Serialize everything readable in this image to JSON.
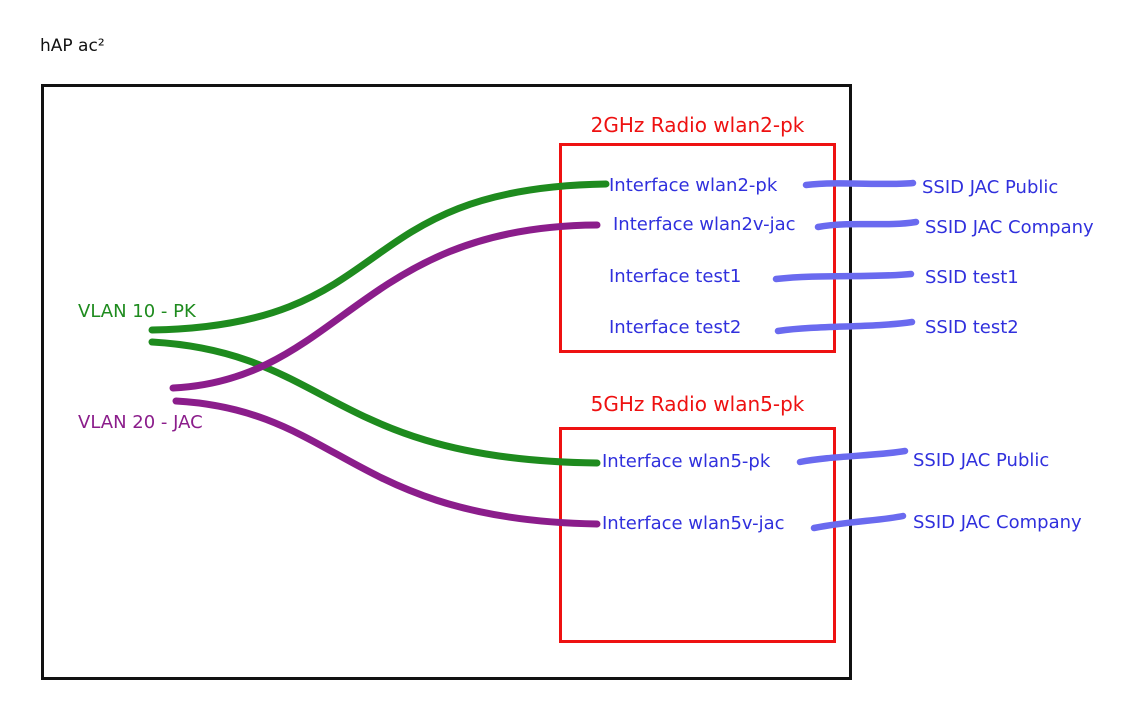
{
  "device_title": "hAP ac²",
  "vlans": [
    {
      "label": "VLAN 10 - PK",
      "color": "#1e8b1e"
    },
    {
      "label": "VLAN 20 - JAC",
      "color": "#8b1d8b"
    }
  ],
  "radios": [
    {
      "title": "2GHz Radio wlan2-pk",
      "interfaces": [
        {
          "label": "Interface wlan2-pk",
          "ssid": "SSID JAC Public",
          "vlan": "VLAN 10 - PK"
        },
        {
          "label": "Interface wlan2v-jac",
          "ssid": "SSID JAC Company",
          "vlan": "VLAN 20 - JAC"
        },
        {
          "label": "Interface test1",
          "ssid": "SSID test1"
        },
        {
          "label": "Interface test2",
          "ssid": "SSID test2"
        }
      ]
    },
    {
      "title": "5GHz Radio wlan5-pk",
      "interfaces": [
        {
          "label": "Interface wlan5-pk",
          "ssid": "SSID JAC Public",
          "vlan": "VLAN 10 - PK"
        },
        {
          "label": "Interface wlan5v-jac",
          "ssid": "SSID JAC Company",
          "vlan": "VLAN 20 - JAC"
        }
      ]
    }
  ],
  "colors": {
    "vlan10_green": "#1e8b1e",
    "vlan20_purple": "#8b1d8b",
    "radio_box_red": "#ee1111",
    "wifi_label_blue": "#3030dd",
    "wifi_link_blue": "#6a6aef",
    "device_border_black": "#111111"
  }
}
